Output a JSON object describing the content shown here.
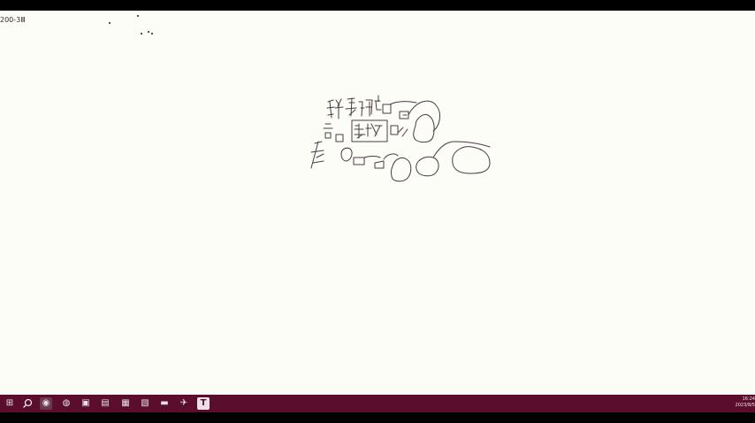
{
  "window": {
    "page_label": "200-3Ⅲ"
  },
  "canvas": {
    "handwriting": {
      "line1": "评 论",
      "center_label": "美妆",
      "line3": "卷"
    }
  },
  "taskbar": {
    "icons": [
      {
        "name": "windows-start-icon",
        "glyph": "⊞"
      },
      {
        "name": "search-icon",
        "glyph": "⌕"
      },
      {
        "name": "app-icon-1",
        "glyph": "◉"
      },
      {
        "name": "edge-browser-icon",
        "glyph": "◍"
      },
      {
        "name": "app-icon-2",
        "glyph": "▣"
      },
      {
        "name": "app-icon-3",
        "glyph": "▤"
      },
      {
        "name": "app-icon-4",
        "glyph": "▦"
      },
      {
        "name": "app-icon-5",
        "glyph": "▧"
      },
      {
        "name": "file-explorer-icon",
        "glyph": "▬"
      },
      {
        "name": "app-icon-6",
        "glyph": "✈"
      },
      {
        "name": "app-icon-t",
        "glyph": "T"
      }
    ],
    "clock": {
      "time": "16:24",
      "date": "2023/8/5"
    }
  },
  "colors": {
    "canvas_bg": "#fdfdf8",
    "ink": "#4a3a44",
    "taskbar": "#5a0d2c"
  }
}
